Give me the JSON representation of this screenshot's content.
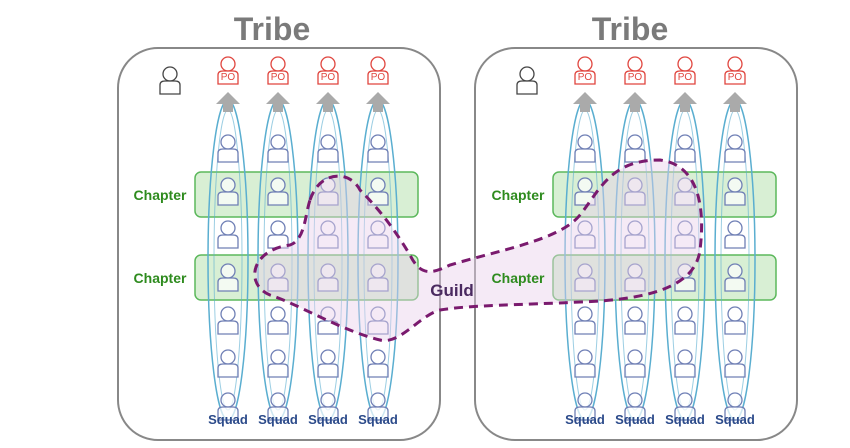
{
  "tribes": [
    {
      "title": "Tribe",
      "squads": [
        "Squad",
        "Squad",
        "Squad",
        "Squad"
      ],
      "chapters": [
        "Chapter",
        "Chapter"
      ],
      "po_label": "PO"
    },
    {
      "title": "Tribe",
      "squads": [
        "Squad",
        "Squad",
        "Squad",
        "Squad"
      ],
      "chapters": [
        "Chapter",
        "Chapter"
      ],
      "po_label": "PO"
    }
  ],
  "guild": {
    "label": "Guild"
  },
  "colors": {
    "tribe_title": "#7a7a7a",
    "po": "#e0453e",
    "squad": "#5aaed0",
    "squad_label": "#2b4a8a",
    "chapter": "#2e8b1e",
    "chapter_fill": "#a8dca0",
    "guild": "#7a1a6e",
    "guild_fill": "#e8d0ec",
    "person": "#6f7fb5"
  },
  "icons": [
    "person-icon",
    "product-owner-icon",
    "arrow-up-icon"
  ]
}
